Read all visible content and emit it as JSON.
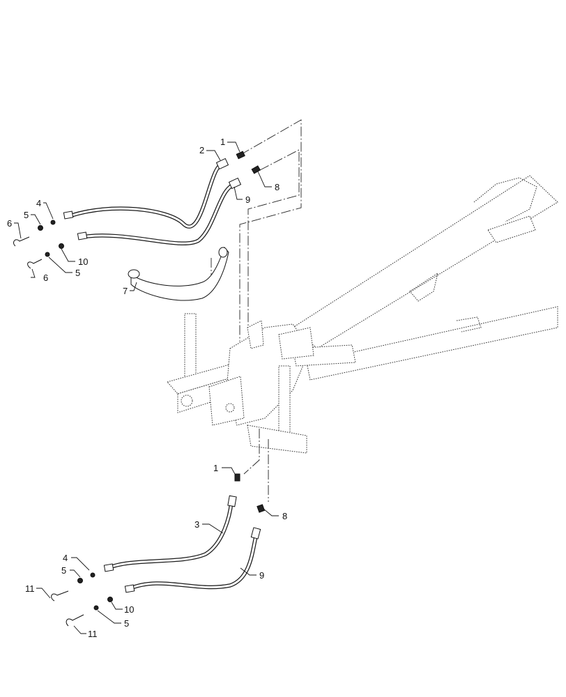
{
  "callouts": {
    "c1_top": "1",
    "c2": "2",
    "c8_top": "8",
    "c9_top": "9",
    "c4_top": "4",
    "c5_top_a": "5",
    "c6_top_a": "6",
    "c10_top": "10",
    "c5_top_b": "5",
    "c6_top_b": "6",
    "c7": "7",
    "c1_bot": "1",
    "c8_bot": "8",
    "c3": "3",
    "c9_bot": "9",
    "c4_bot": "4",
    "c5_bot_a": "5",
    "c11_a": "11",
    "c10_bot": "10",
    "c5_bot_b": "5",
    "c11_b": "11"
  }
}
